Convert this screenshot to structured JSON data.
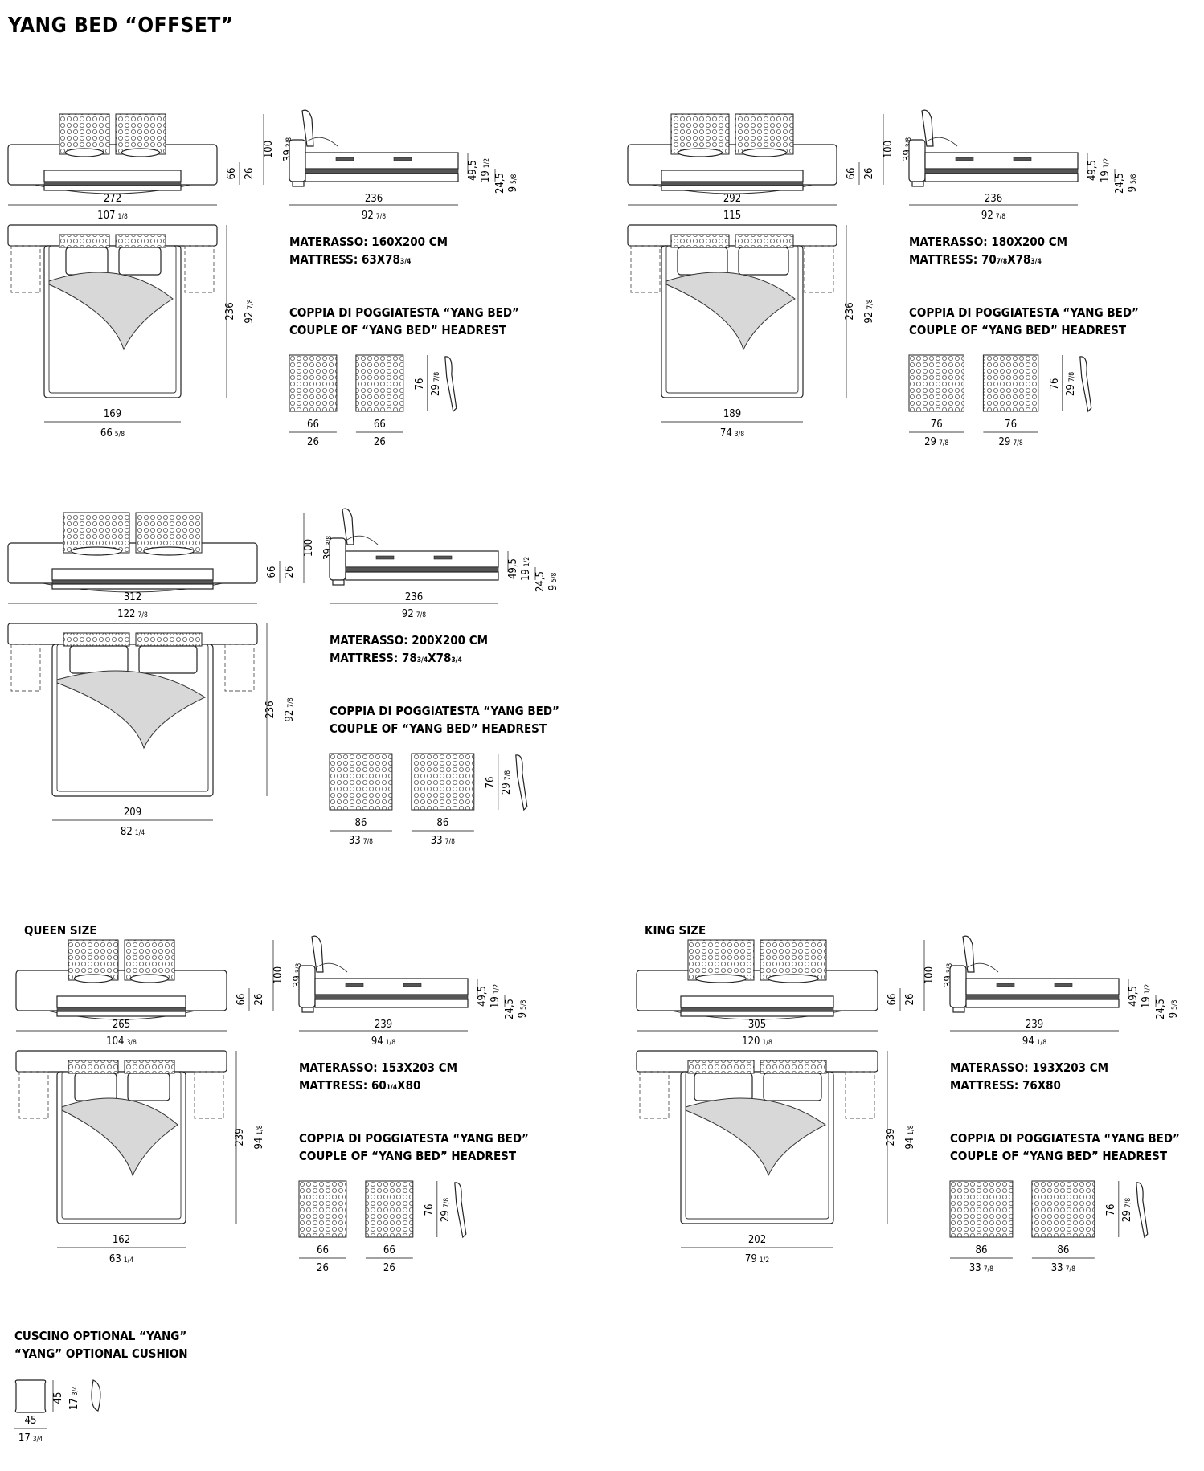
{
  "title": "YANG BED “OFFSET”",
  "headrest_label_it": "COPPIA DI POGGIATESTA “YANG BED”",
  "headrest_label_en": "COUPLE OF “YANG BED” HEADREST",
  "height_dims": {
    "h66": "66",
    "h26": "26",
    "h100": "100",
    "h39": "39",
    "h39f": "3/8",
    "h495": "49,5",
    "h19": "19",
    "h19f": "1/2",
    "h245": "24,5",
    "h9": "9",
    "h9f": "5/8",
    "hr76": "76",
    "hr29": "29",
    "hr29f": "7/8"
  },
  "blocks": [
    {
      "size_label": "",
      "total_w_cm": "272",
      "total_w_in": "107",
      "total_w_in_f": "1/8",
      "side_len_cm": "236",
      "side_len_in": "92",
      "side_len_in_f": "7/8",
      "plan_len_cm": "236",
      "plan_len_in": "92",
      "plan_len_in_f": "7/8",
      "frame_w_cm": "169",
      "frame_w_in": "66",
      "frame_w_in_f": "5/8",
      "mattress_it": "MATERASSO: 160X200 CM",
      "mattress_en_a": "MATTRESS: 63X78",
      "mattress_en_f": "3/4",
      "mattress_en_b": "",
      "headrest_w_cm": "66",
      "headrest_w_in": "26",
      "headrest_w_in_f": ""
    },
    {
      "size_label": "",
      "total_w_cm": "292",
      "total_w_in": "115",
      "total_w_in_f": "",
      "side_len_cm": "236",
      "side_len_in": "92",
      "side_len_in_f": "7/8",
      "plan_len_cm": "236",
      "plan_len_in": "92",
      "plan_len_in_f": "7/8",
      "frame_w_cm": "189",
      "frame_w_in": "74",
      "frame_w_in_f": "3/8",
      "mattress_it": "MATERASSO: 180X200 CM",
      "mattress_en_a": "MATTRESS: 70",
      "mattress_en_f": "7/8",
      "mattress_en_b": "X78",
      "mattress_en_f2": "3/4",
      "headrest_w_cm": "76",
      "headrest_w_in": "29",
      "headrest_w_in_f": "7/8"
    },
    {
      "size_label": "",
      "total_w_cm": "312",
      "total_w_in": "122",
      "total_w_in_f": "7/8",
      "side_len_cm": "236",
      "side_len_in": "92",
      "side_len_in_f": "7/8",
      "plan_len_cm": "236",
      "plan_len_in": "92",
      "plan_len_in_f": "7/8",
      "frame_w_cm": "209",
      "frame_w_in": "82",
      "frame_w_in_f": "1/4",
      "mattress_it": "MATERASSO: 200X200 CM",
      "mattress_en_a": "MATTRESS: 78",
      "mattress_en_f": "3/4",
      "mattress_en_b": "X78",
      "mattress_en_f2": "3/4",
      "headrest_w_cm": "86",
      "headrest_w_in": "33",
      "headrest_w_in_f": "7/8"
    },
    {
      "size_label": "QUEEN SIZE",
      "total_w_cm": "265",
      "total_w_in": "104",
      "total_w_in_f": "3/8",
      "side_len_cm": "239",
      "side_len_in": "94",
      "side_len_in_f": "1/8",
      "plan_len_cm": "239",
      "plan_len_in": "94",
      "plan_len_in_f": "1/8",
      "frame_w_cm": "162",
      "frame_w_in": "63",
      "frame_w_in_f": "1/4",
      "mattress_it": "MATERASSO: 153X203 CM",
      "mattress_en_a": "MATTRESS: 60",
      "mattress_en_f": "1/4",
      "mattress_en_b": "X80",
      "headrest_w_cm": "66",
      "headrest_w_in": "26",
      "headrest_w_in_f": ""
    },
    {
      "size_label": "KING SIZE",
      "total_w_cm": "305",
      "total_w_in": "120",
      "total_w_in_f": "1/8",
      "side_len_cm": "239",
      "side_len_in": "94",
      "side_len_in_f": "1/8",
      "plan_len_cm": "239",
      "plan_len_in": "94",
      "plan_len_in_f": "1/8",
      "frame_w_cm": "202",
      "frame_w_in": "79",
      "frame_w_in_f": "1/2",
      "mattress_it": "MATERASSO: 193X203 CM",
      "mattress_en_a": "MATTRESS: 76X80",
      "mattress_en_f": "",
      "mattress_en_b": "",
      "headrest_w_cm": "86",
      "headrest_w_in": "33",
      "headrest_w_in_f": "7/8"
    }
  ],
  "cushion": {
    "label_it": "CUSCINO OPTIONAL “YANG”",
    "label_en": "“YANG” OPTIONAL CUSHION",
    "h_cm": "45",
    "h_in": "17",
    "h_in_f": "3/4",
    "w_cm": "45",
    "w_in": "17",
    "w_in_f": "3/4"
  }
}
